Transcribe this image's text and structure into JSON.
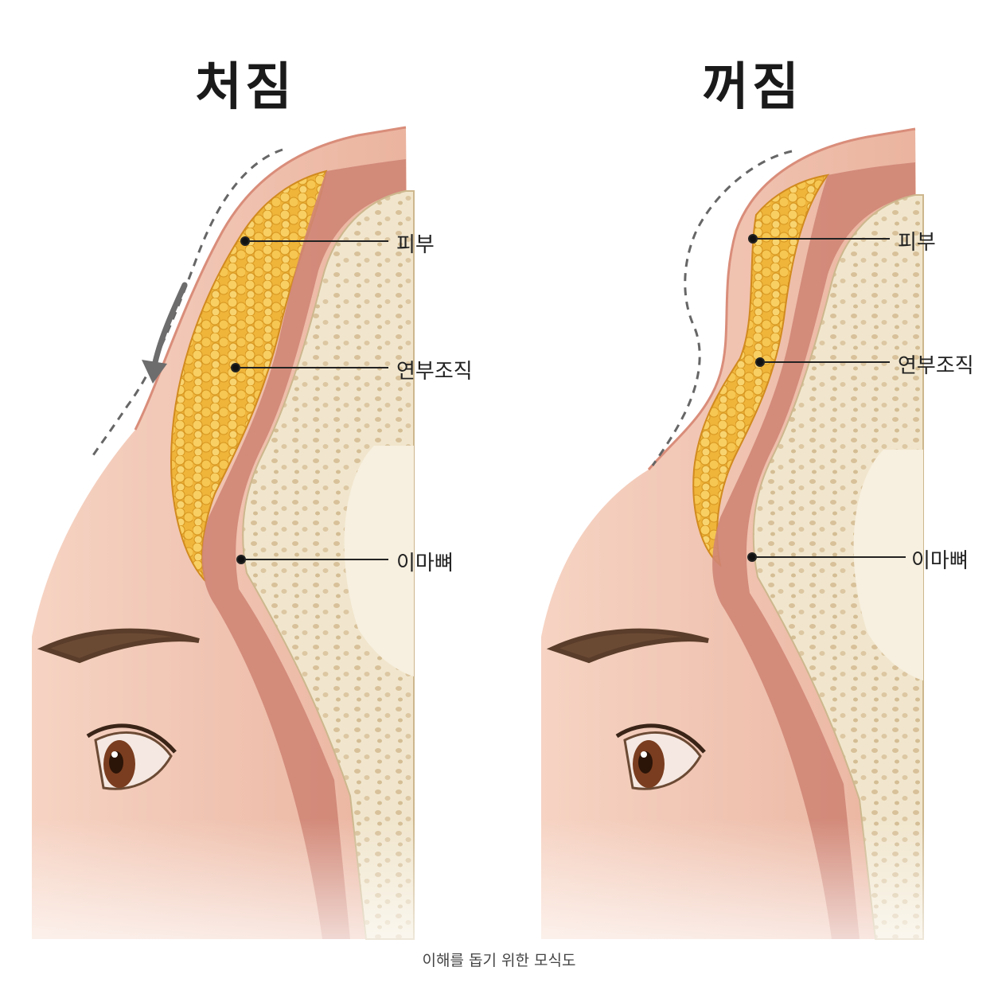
{
  "panels": [
    {
      "title": "처짐",
      "labels": {
        "skin": "피부",
        "soft_tissue": "연부조직",
        "bone": "이마뼈"
      }
    },
    {
      "title": "꺼짐",
      "labels": {
        "skin": "피부",
        "soft_tissue": "연부조직",
        "bone": "이마뼈"
      }
    }
  ],
  "caption": "이해를 돕기 위한 모식도",
  "colors": {
    "skin": "#f2c2ad",
    "skin_edge": "#d98d7a",
    "fat": "#f3b73a",
    "muscle": "#c97b6b",
    "bone": "#efe3c8",
    "bone_pores": "#d7c29b",
    "outline_dash": "#666666",
    "arrow": "#6d6d6d"
  }
}
